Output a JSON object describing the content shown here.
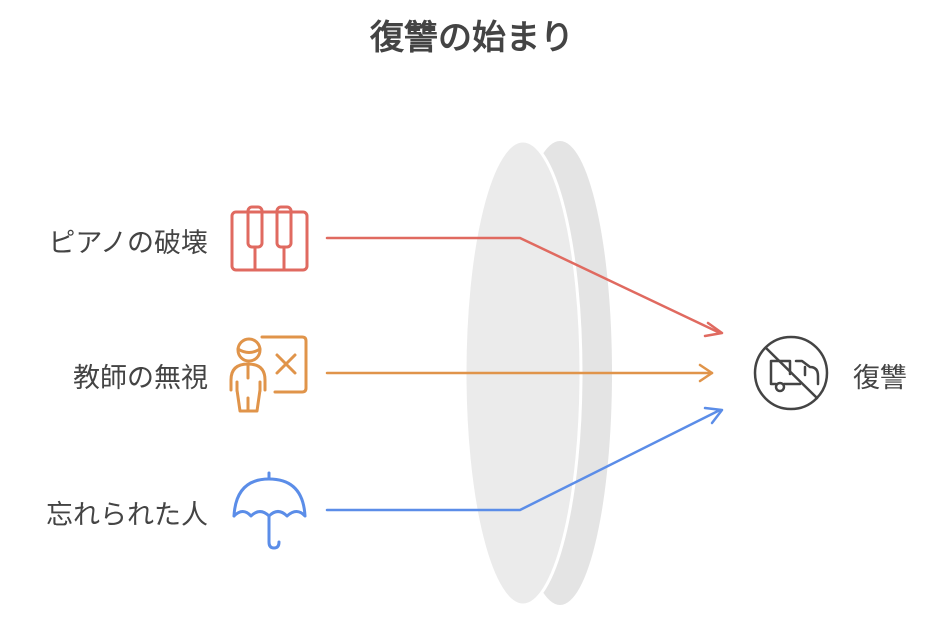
{
  "title": "復讐の始まり",
  "inputs": [
    {
      "label": "ピアノの破壊",
      "icon": "piano-icon",
      "color": "#e06a60"
    },
    {
      "label": "教師の無視",
      "icon": "teacher-icon",
      "color": "#e0944a"
    },
    {
      "label": "忘れられた人",
      "icon": "umbrella-icon",
      "color": "#5b8de8"
    }
  ],
  "output": {
    "label": "復讐",
    "icon": "no-truck-icon",
    "color": "#444444"
  }
}
